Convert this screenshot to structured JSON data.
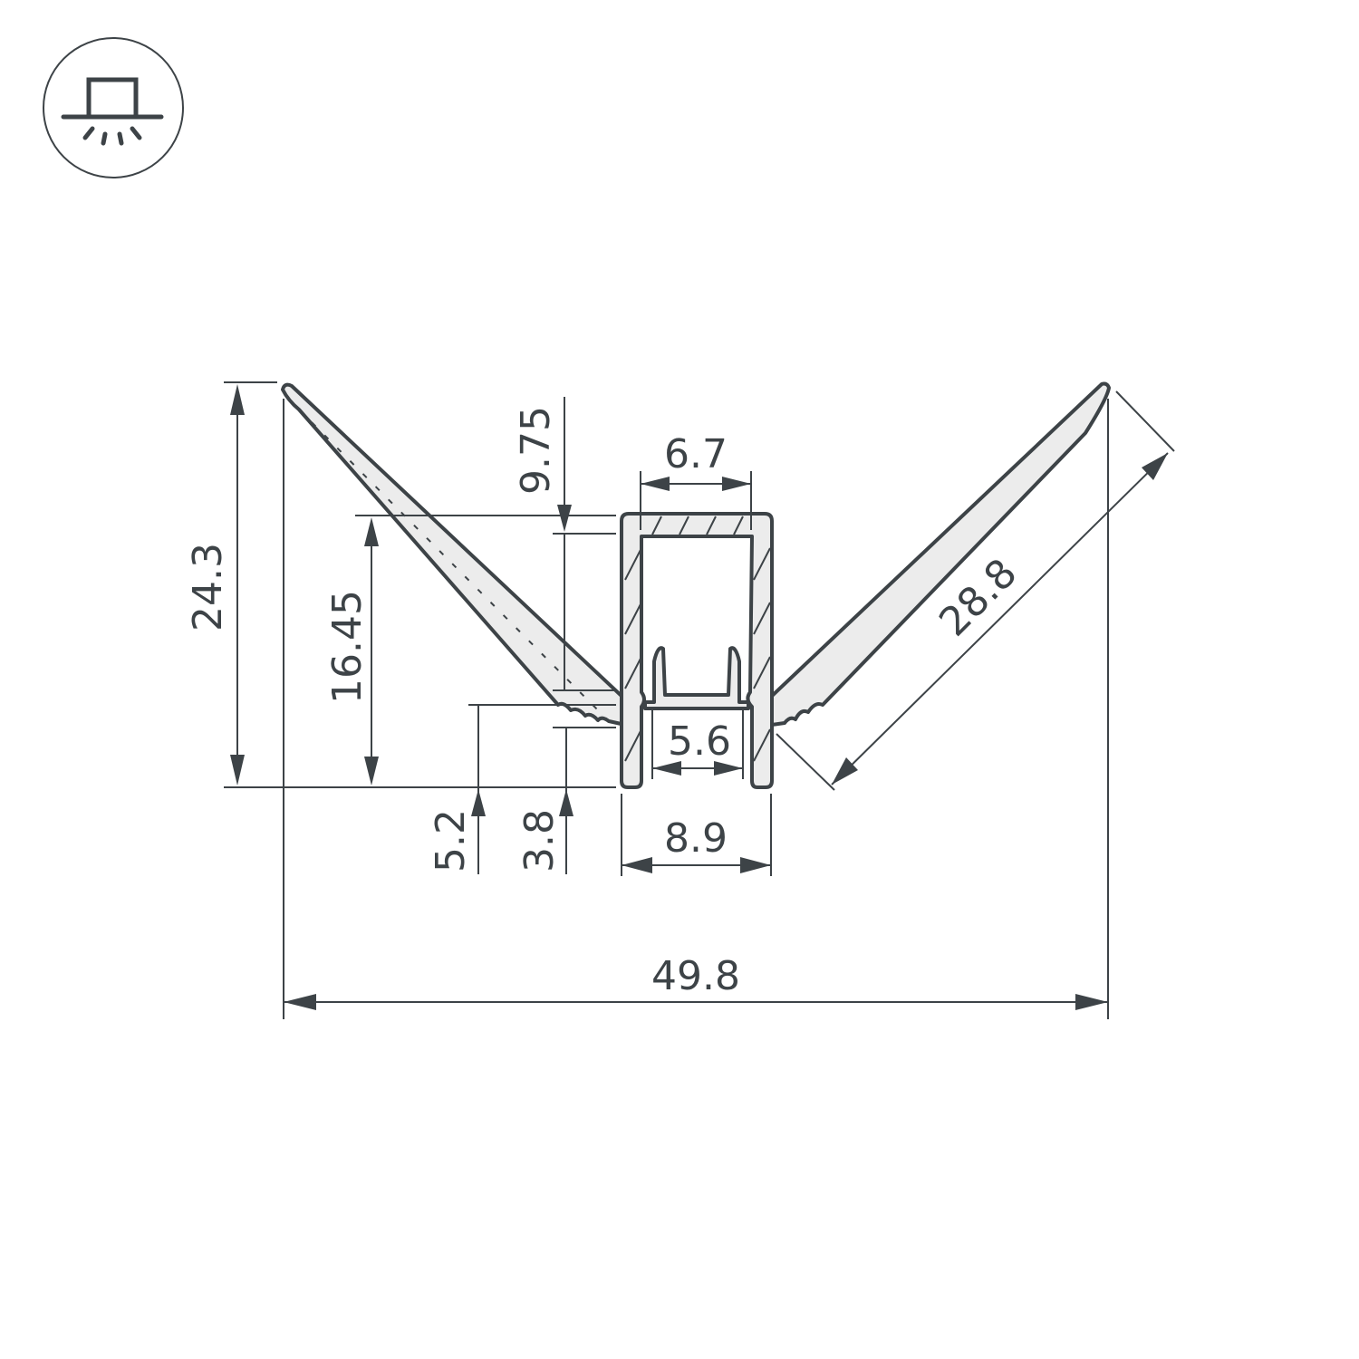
{
  "icon": {
    "name": "recessed-ceiling-light-icon",
    "description": "Ceiling-mounted fixture emitting light downward"
  },
  "colors": {
    "line": "#3d4347",
    "fill": "#ececec",
    "background": "#ffffff"
  },
  "units": "mm",
  "dimensions": {
    "overall_width": "49.8",
    "overall_height": "24.3",
    "wing_length": "28.8",
    "channel_outer_top_width": "6.7",
    "channel_base_width": "8.9",
    "channel_inner_opening": "5.6",
    "channel_top_offset": "9.75",
    "wing_root_height": "16.45",
    "wing_join_height": "5.2",
    "slot_height": "3.8"
  }
}
